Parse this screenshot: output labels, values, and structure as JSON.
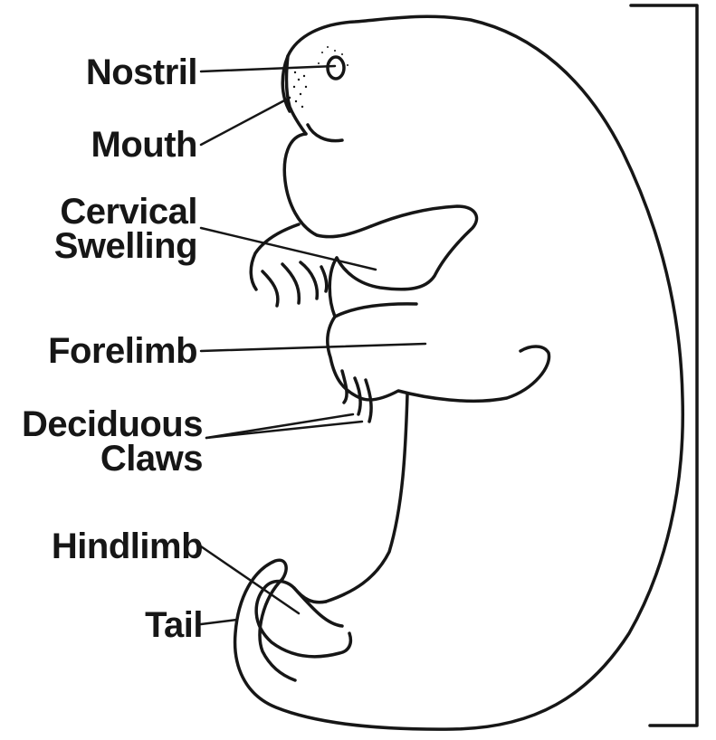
{
  "labels": {
    "nostril": "Nostril",
    "mouth": "Mouth",
    "cervical_swelling": [
      "Cervical",
      "Swelling"
    ],
    "forelimb": "Forelimb",
    "deciduous_claws": [
      "Deciduous",
      "Claws"
    ],
    "hindlimb": "Hindlimb",
    "tail": "Tail"
  },
  "colors": {
    "ink": "#161616",
    "background": "#ffffff"
  }
}
